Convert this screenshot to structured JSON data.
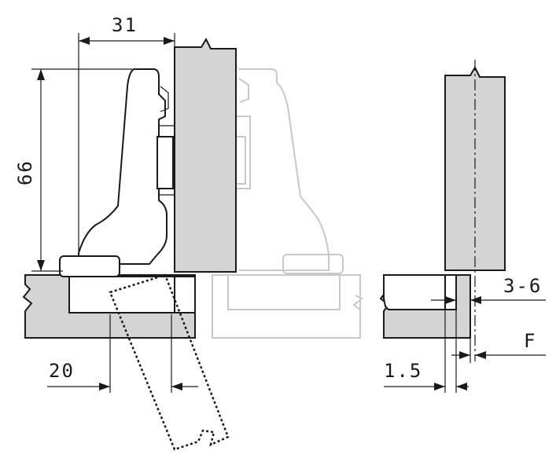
{
  "dimensions": {
    "width_31": "31",
    "height_66": "66",
    "offset_20": "20",
    "overlay_3_6": "3-6",
    "label_F": "F",
    "gap_1_5": "1.5"
  },
  "colors": {
    "line": "#1a1a1a",
    "fill_gray": "#d4d4d4",
    "ghost": "#c8c8c8"
  }
}
